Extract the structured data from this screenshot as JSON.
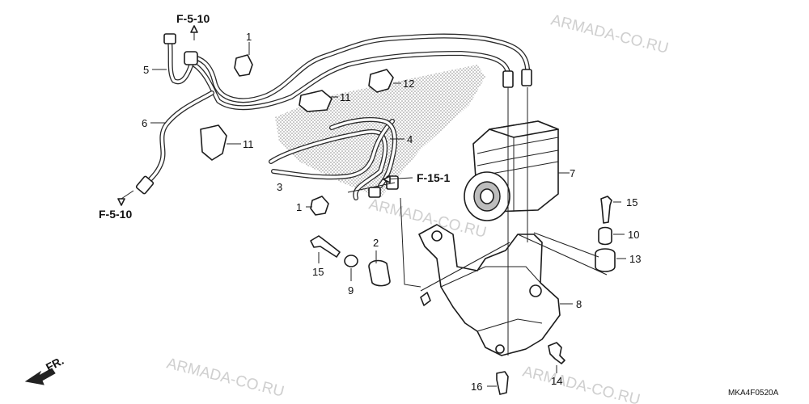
{
  "watermark": {
    "text": "ARMADA-CO.RU",
    "color": "#cfcfcf"
  },
  "references": {
    "top": "F-5-10",
    "left": "F-5-10",
    "middle": "F-15-1"
  },
  "callouts": {
    "c1a": "1",
    "c1b": "1",
    "c2": "2",
    "c3": "3",
    "c4": "4",
    "c5": "5",
    "c6": "6",
    "c7": "7",
    "c8": "8",
    "c9": "9",
    "c10": "10",
    "c11a": "11",
    "c11b": "11",
    "c12": "12",
    "c13": "13",
    "c14": "14",
    "c15a": "15",
    "c15b": "15",
    "c16": "16"
  },
  "front_indicator": "FR.",
  "diagram_code": "MKA4F0520A",
  "colors": {
    "line": "#222222",
    "background": "#ffffff",
    "shade": "#9a9a9a"
  }
}
